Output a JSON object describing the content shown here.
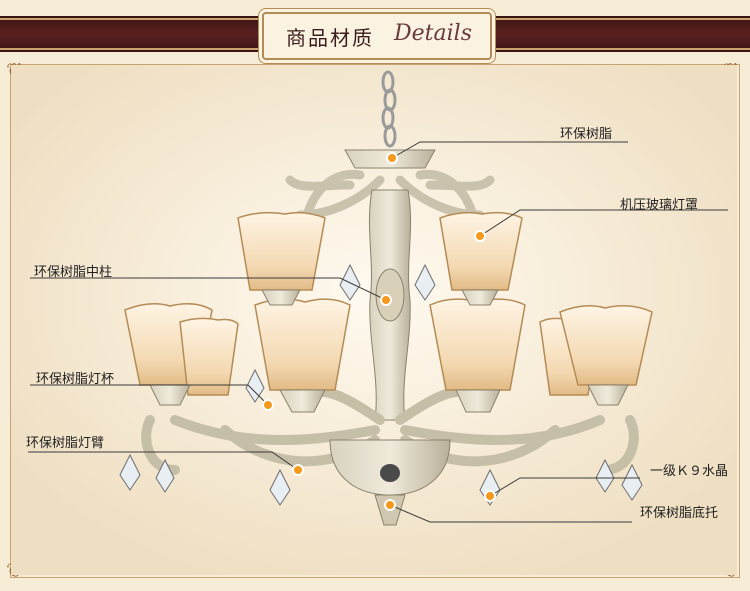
{
  "header": {
    "title_cn": "商品材质",
    "title_en": "Details"
  },
  "callouts": [
    "环保树脂",
    "机压玻璃灯罩",
    "环保树脂中柱",
    "环保树脂灯杯",
    "环保树脂灯臂",
    "一级Ｋ９水晶",
    "环保树脂底托"
  ],
  "colors": {
    "background": "#f7ecd6",
    "header_band": "#4a1a1a",
    "accent_dot": "#f39a1c",
    "leader_line": "#3a3a3a"
  }
}
